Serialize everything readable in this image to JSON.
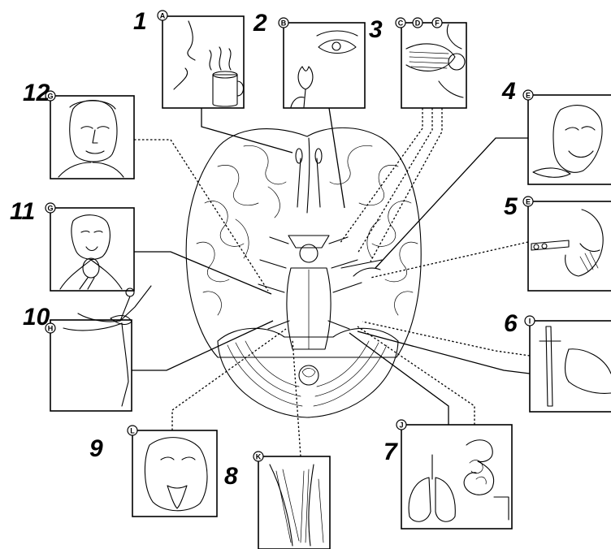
{
  "panels": [
    {
      "id": "p1",
      "number": "1",
      "letters": [
        "A"
      ],
      "subject": "smell-coffee"
    },
    {
      "id": "p2",
      "number": "2",
      "letters": [
        "B"
      ],
      "subject": "eye-vision"
    },
    {
      "id": "p3",
      "number": "3",
      "letters": [
        "C",
        "D",
        "F"
      ],
      "subject": "eye-muscles"
    },
    {
      "id": "p4",
      "number": "4",
      "letters": [
        "E"
      ],
      "subject": "face-feather"
    },
    {
      "id": "p5",
      "number": "5",
      "letters": [
        "E"
      ],
      "subject": "chewing-jaw"
    },
    {
      "id": "p6",
      "number": "6",
      "letters": [
        "I"
      ],
      "subject": "gag-reflex"
    },
    {
      "id": "p7",
      "number": "7",
      "letters": [
        "J"
      ],
      "subject": "lungs-intestines"
    },
    {
      "id": "p8",
      "number": "8",
      "letters": [
        "K"
      ],
      "subject": "neck-muscles"
    },
    {
      "id": "p9",
      "number": "9",
      "letters": [
        "L"
      ],
      "subject": "tongue-out"
    },
    {
      "id": "p10",
      "number": "10",
      "letters": [
        "H"
      ],
      "subject": "ballerina-balance"
    },
    {
      "id": "p11",
      "number": "11",
      "letters": [
        "G"
      ],
      "subject": "taste-ice-cream"
    },
    {
      "id": "p12",
      "number": "12",
      "letters": [
        "G"
      ],
      "subject": "facial-expression"
    }
  ],
  "icons": {
    "brain": "brain-base-illustration"
  }
}
